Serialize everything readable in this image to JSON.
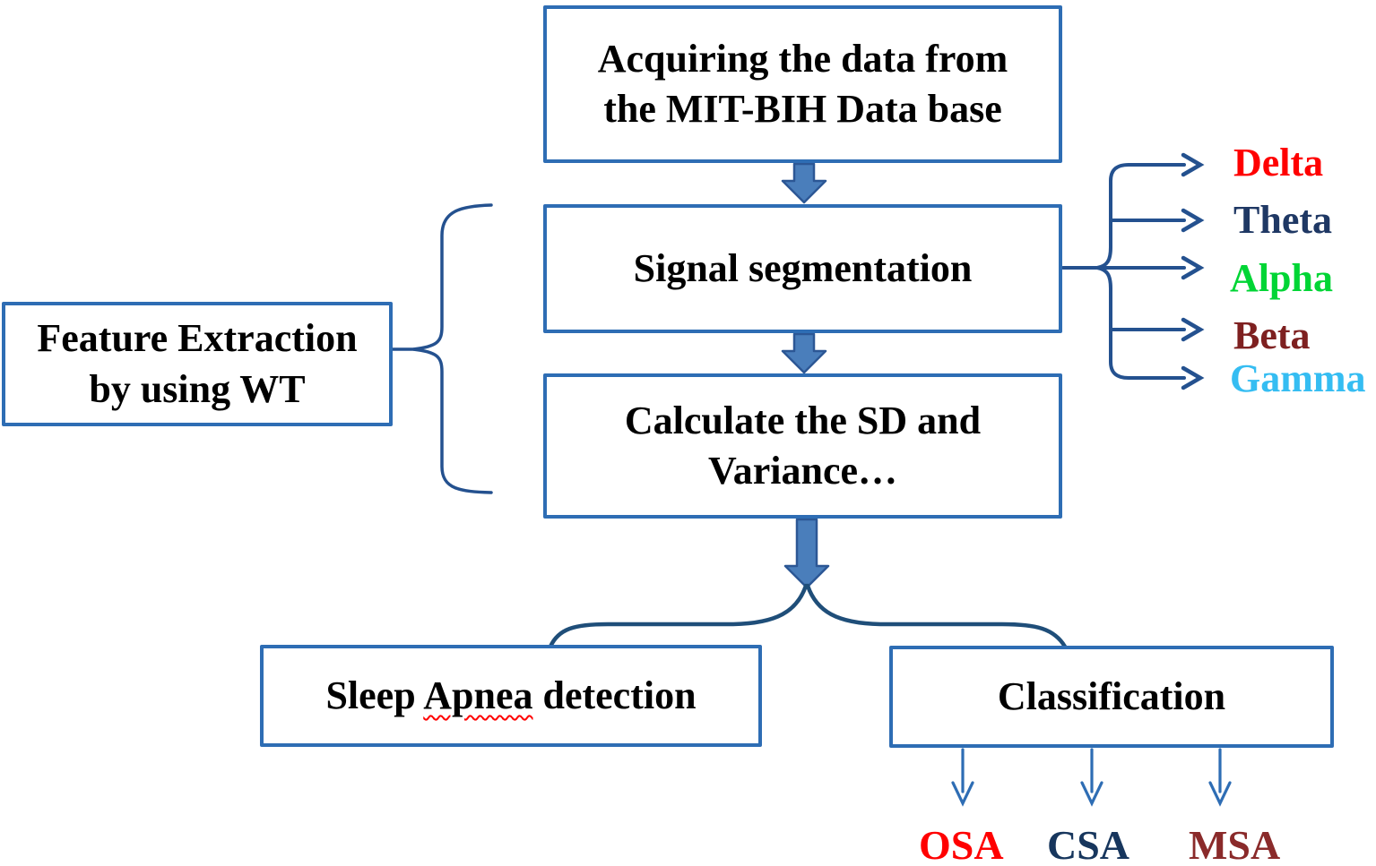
{
  "diagram": {
    "boxes": {
      "acquire": {
        "line1": "Acquiring the data from",
        "line2": "the MIT-BIH Data base"
      },
      "segmentation": {
        "label": "Signal segmentation"
      },
      "feature": {
        "line1": "Feature Extraction",
        "line2": "by using WT"
      },
      "calculate": {
        "line1": "Calculate the SD and",
        "line2": "Variance…"
      },
      "apnea": {
        "word1": "Sleep",
        "word2": "Apnea",
        "word3": "detection"
      },
      "classification": {
        "label": "Classification"
      }
    },
    "eeg_bands": {
      "items": [
        {
          "label": "Delta",
          "color": "#FF0000"
        },
        {
          "label": "Theta",
          "color": "#1F3864"
        },
        {
          "label": "Alpha",
          "color": "#00D535"
        },
        {
          "label": "Beta",
          "color": "#7E2020"
        },
        {
          "label": "Gamma",
          "color": "#35BDF2"
        }
      ]
    },
    "apnea_types": {
      "items": [
        {
          "label": "OSA",
          "color": "#FF0000"
        },
        {
          "label": "CSA",
          "color": "#17365D"
        },
        {
          "label": "MSA",
          "color": "#8A2A2A"
        }
      ]
    },
    "colors": {
      "box_border": "#2E6DB4",
      "box_text": "#000000",
      "connector": "#1F4E79",
      "brace": "#24518F",
      "thick_arrow_fill": "#4A7EBB",
      "thick_arrow_stroke": "#2C5795",
      "small_arrow": "#2E6DB4",
      "spellcheck_underline": "#FF0000"
    }
  }
}
